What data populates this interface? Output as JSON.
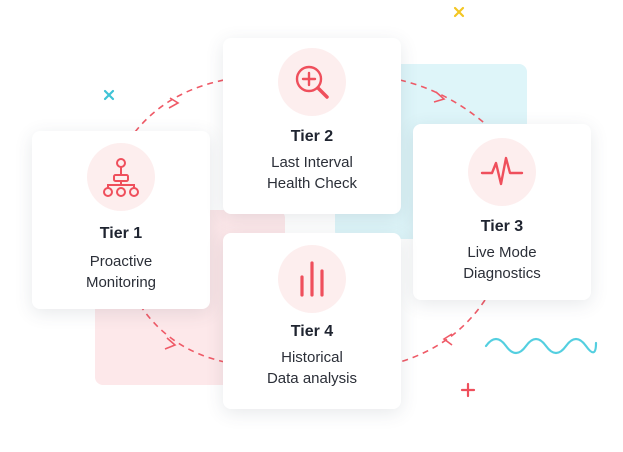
{
  "tiers": [
    {
      "title": "Tier 1",
      "line1": "Proactive",
      "line2": "Monitoring",
      "icon": "hierarchy-icon"
    },
    {
      "title": "Tier 2",
      "line1": "Last Interval",
      "line2": "Health Check",
      "icon": "magnify-plus-icon"
    },
    {
      "title": "Tier 3",
      "line1": "Live Mode",
      "line2": "Diagnostics",
      "icon": "heartbeat-icon"
    },
    {
      "title": "Tier 4",
      "line1": "Historical",
      "line2": "Data analysis",
      "icon": "bar-chart-icon"
    }
  ],
  "colors": {
    "accent": "#ef4f5c",
    "icon_bg": "#fdeeee",
    "pink_block": "#fde8ea",
    "cyan_block": "#def5f9",
    "wave": "#54cfe0",
    "yellow": "#f3c623"
  }
}
